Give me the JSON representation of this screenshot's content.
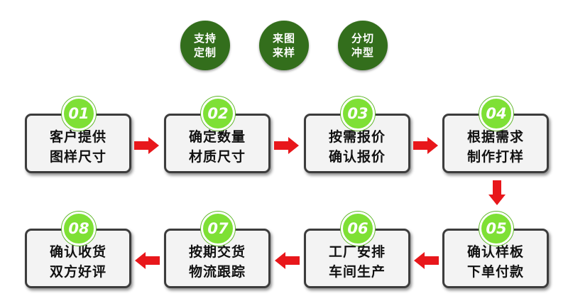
{
  "badges": [
    {
      "line1": "支持",
      "line2": "定制"
    },
    {
      "line1": "来图",
      "line2": "来样"
    },
    {
      "line1": "分切",
      "line2": "冲型"
    }
  ],
  "steps": [
    {
      "num": "01",
      "line1": "客户提供",
      "line2": "图样尺寸"
    },
    {
      "num": "02",
      "line1": "确定数量",
      "line2": "材质尺寸"
    },
    {
      "num": "03",
      "line1": "按需报价",
      "line2": "确认报价"
    },
    {
      "num": "04",
      "line1": "根据需求",
      "line2": "制作打样"
    },
    {
      "num": "05",
      "line1": "确认样板",
      "line2": "下单付款"
    },
    {
      "num": "06",
      "line1": "工厂安排",
      "line2": "车间生产"
    },
    {
      "num": "07",
      "line1": "按期交货",
      "line2": "物流跟踪"
    },
    {
      "num": "08",
      "line1": "确认收货",
      "line2": "双方好评"
    }
  ],
  "colors": {
    "badge": "#336e1c",
    "number_circle": "#7ee035",
    "arrow": "#e8171b",
    "box_border": "#3c3c3c"
  }
}
